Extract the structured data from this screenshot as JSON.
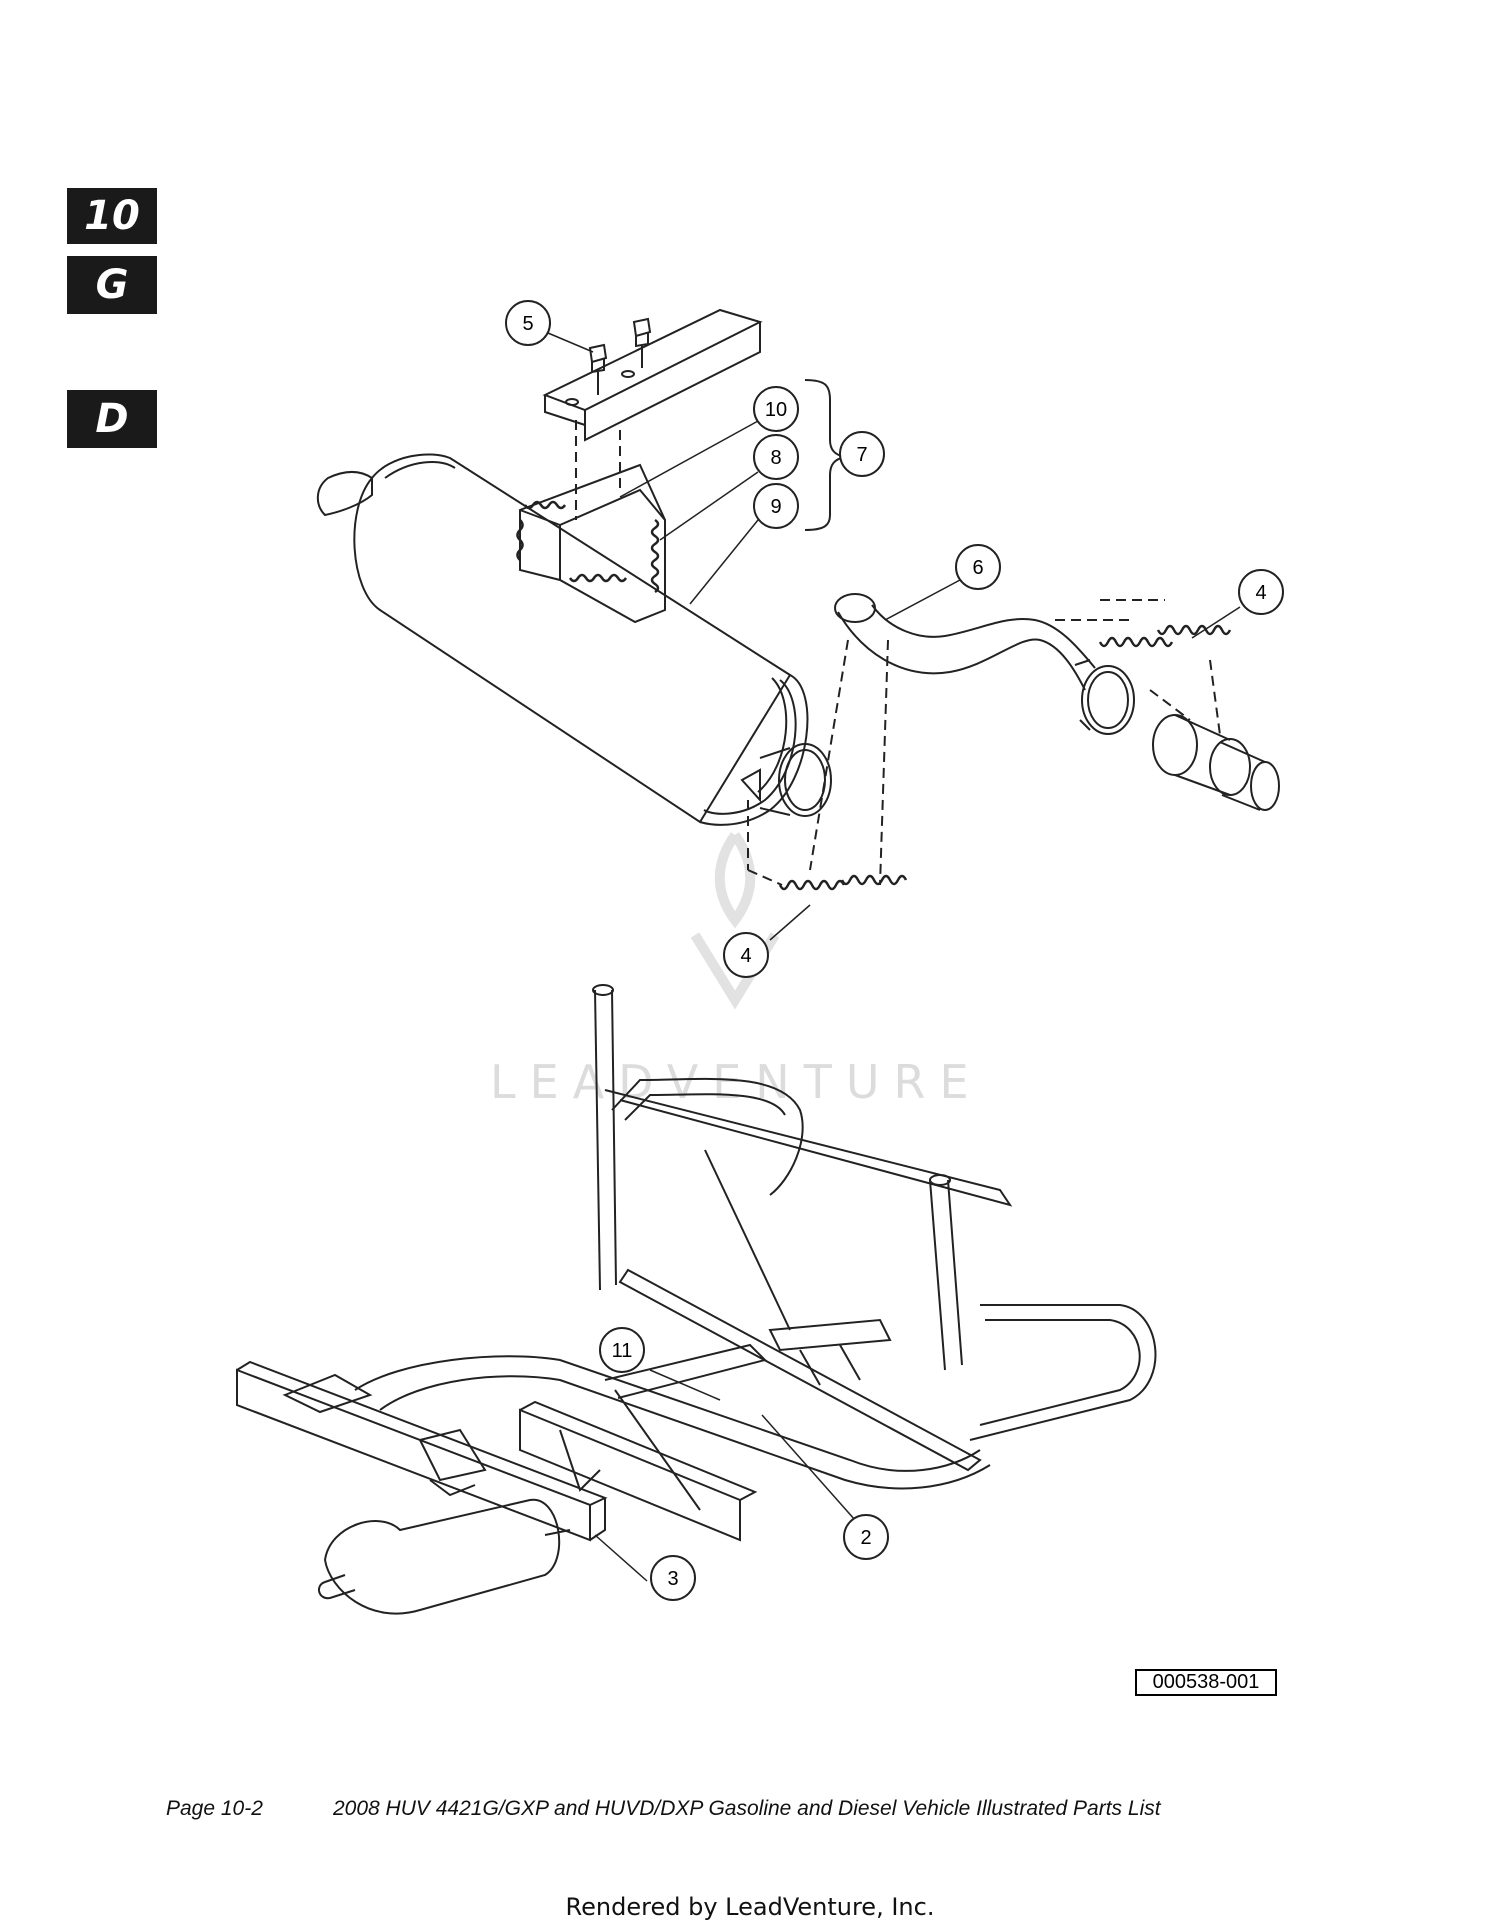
{
  "section_tabs": [
    "10",
    "G",
    "D"
  ],
  "watermark": "LEADVENTURE",
  "callouts": {
    "c1": "5",
    "c2": "10",
    "c3": "8",
    "c4": "9",
    "c5": "7",
    "c6": "6",
    "c7": "4",
    "c8": "4",
    "c9": "11",
    "c10": "2",
    "c11": "3"
  },
  "figure_number": "000538-001",
  "footer": {
    "page": "Page 10-2",
    "title": "2008 HUV 4421G/GXP and HUVD/DXP Gasoline and Diesel Vehicle Illustrated Parts List"
  },
  "rendered_by": "Rendered by LeadVenture, Inc."
}
